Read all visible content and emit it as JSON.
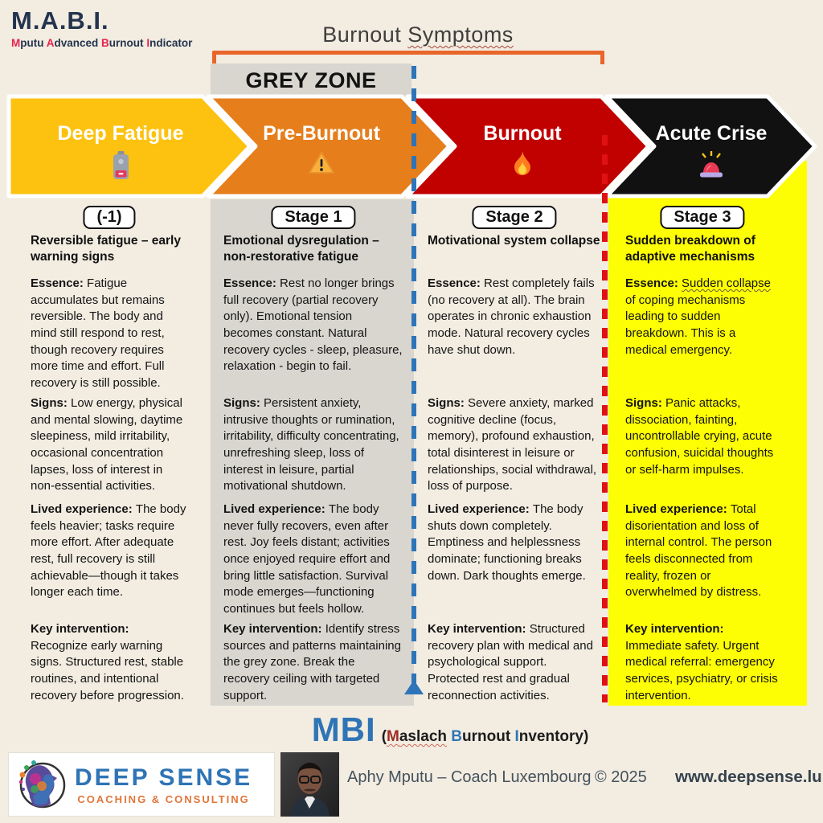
{
  "brand": {
    "abbr": "M.A.B.I.",
    "tagline": "Mputu Advanced Burnout Indicator"
  },
  "header": {
    "title_plain": "Burnout",
    "title_underlined": "Symptoms",
    "grey_zone_label": "GREY ZONE"
  },
  "stages": [
    {
      "label": "Deep Fatigue",
      "icon": "low-battery-icon",
      "color": "#fdc20f"
    },
    {
      "label": "Pre-Burnout",
      "icon": "warning-icon",
      "color": "#e57e1b"
    },
    {
      "label": "Burnout",
      "icon": "fire-icon",
      "color": "#c10000"
    },
    {
      "label": "Acute Crise",
      "icon": "siren-icon",
      "color": "#111111"
    }
  ],
  "columns": [
    {
      "badge": "(-1)",
      "subtitle": "Reversible fatigue – early warning signs",
      "sections": [
        {
          "label": "Essence:",
          "text": "Fatigue accumulates but remains reversible. The body and mind still respond to rest, though recovery requires more time and effort. Full recovery is still possible."
        },
        {
          "label": "Signs:",
          "text": "Low energy, physical and mental slowing, daytime sleepiness, mild irritability, occasional concentration lapses, loss of interest in non-essential activities."
        },
        {
          "label": "Lived experience:",
          "text": "The body feels heavier; tasks require more effort. After adequate rest, full recovery is still achievable—though it takes longer each time."
        },
        {
          "label": "Key intervention:",
          "text": "Recognize early warning signs. Structured rest, stable routines, and intentional recovery before progression."
        }
      ]
    },
    {
      "badge": "Stage 1",
      "subtitle": "Emotional dysregulation – non-restorative fatigue",
      "sections": [
        {
          "label": "Essence:",
          "text": "Rest no longer brings full recovery (partial recovery only). Emotional tension becomes constant. Natural recovery cycles - sleep, pleasure, relaxation - begin to fail."
        },
        {
          "label": "Signs:",
          "text": "Persistent anxiety, intrusive thoughts or rumination, irritability, difficulty concentrating, unrefreshing sleep, loss of interest in leisure, partial motivational shutdown."
        },
        {
          "label": "Lived experience:",
          "text": "The body never fully recovers, even after rest. Joy feels distant; activities once enjoyed require effort and bring little satisfaction. Survival mode emerges—functioning continues but feels hollow."
        },
        {
          "label": "Key intervention:",
          "text": "Identify stress sources and patterns maintaining the grey zone. Break the recovery ceiling with targeted support."
        }
      ]
    },
    {
      "badge": "Stage 2",
      "subtitle": "Motivational system collapse",
      "sections": [
        {
          "label": "Essence:",
          "text": "Rest completely fails (no recovery at all). The brain operates in chronic exhaustion mode. Natural recovery cycles have shut down."
        },
        {
          "label": "Signs:",
          "text": "Severe anxiety, marked cognitive decline (focus, memory), profound exhaustion, total disinterest in leisure or relationships, social withdrawal, loss of purpose."
        },
        {
          "label": "Lived experience:",
          "text": "The body shuts down completely. Emptiness and helplessness dominate; functioning breaks down. Dark thoughts emerge."
        },
        {
          "label": "Key intervention:",
          "text": "Structured recovery plan with medical and psychological support. Protected rest and gradual reconnection activities."
        }
      ]
    },
    {
      "badge": "Stage 3",
      "subtitle": "Sudden breakdown of adaptive mechanisms",
      "sections": [
        {
          "label": "Essence:",
          "underlined": "Sudden collapse",
          "text": " of coping mechanisms leading to sudden breakdown. This is a medical emergency."
        },
        {
          "label": "Signs:",
          "text": "Panic attacks, dissociation, fainting, uncontrollable crying, acute confusion, suicidal thoughts or self-harm impulses."
        },
        {
          "label": "Lived experience:",
          "text": "Total disorientation and loss of internal control. The person feels disconnected from reality, frozen or overwhelmed by distress."
        },
        {
          "label": "Key intervention:",
          "text": "Immediate safety. Urgent medical referral: emergency services, psychiatry, or crisis intervention."
        }
      ]
    }
  ],
  "footer": {
    "mbi": "MBI",
    "mbi_note_open": "(",
    "mbi_note_words": "Maslach Burnout Inventory",
    "mbi_note_close": ")",
    "logo_name": "DEEP SENSE",
    "logo_sub": "COACHING & CONSULTING",
    "author": "Aphy Mputu – Coach Luxembourg",
    "copyright": "© 2025",
    "website": "www.deepsense.lu"
  },
  "colors": {
    "background": "#f2ece1",
    "grey_zone": "#d8d6cf",
    "yellow_column": "#fdfd03",
    "blue_dashed_line": "#2d74b8",
    "red_dashed_line": "#e01111",
    "orange_bracket": "#e8662a",
    "accent_blue": "#2f74b5",
    "accent_orange": "#e0763a",
    "tagline_letter_red": "#e8224c"
  }
}
